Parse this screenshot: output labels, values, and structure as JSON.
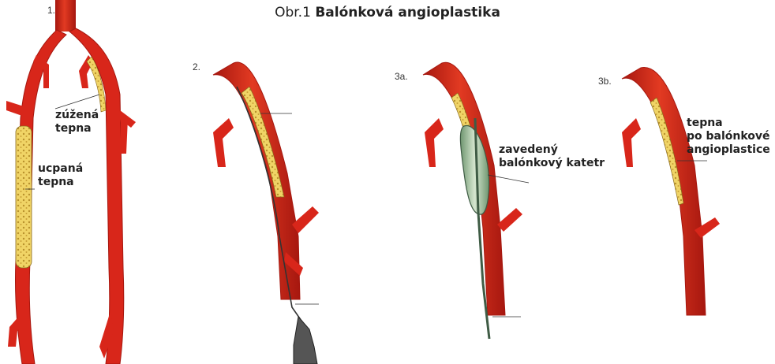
{
  "figure": {
    "title_prefix": "Obr.1",
    "title_main": "Balónková angioplastika"
  },
  "panels": [
    {
      "step": "1.",
      "labels": [
        [
          "zúžená",
          "tepna"
        ],
        [
          "ucpaná",
          "tepna"
        ]
      ]
    },
    {
      "step": "2.",
      "labels": []
    },
    {
      "step": "3a.",
      "labels": [
        [
          "zavedený",
          "balónkový katetr"
        ]
      ]
    },
    {
      "step": "3b.",
      "labels": [
        [
          "tepna",
          "po balónkové",
          "angioplastice"
        ]
      ]
    }
  ],
  "colors": {
    "artery": "#d8261a",
    "artery_dark": "#a6170f",
    "plaque": "#f0d466",
    "balloon": "#9fbf98",
    "catheter": "#3f5c45",
    "needle": "#555555"
  }
}
